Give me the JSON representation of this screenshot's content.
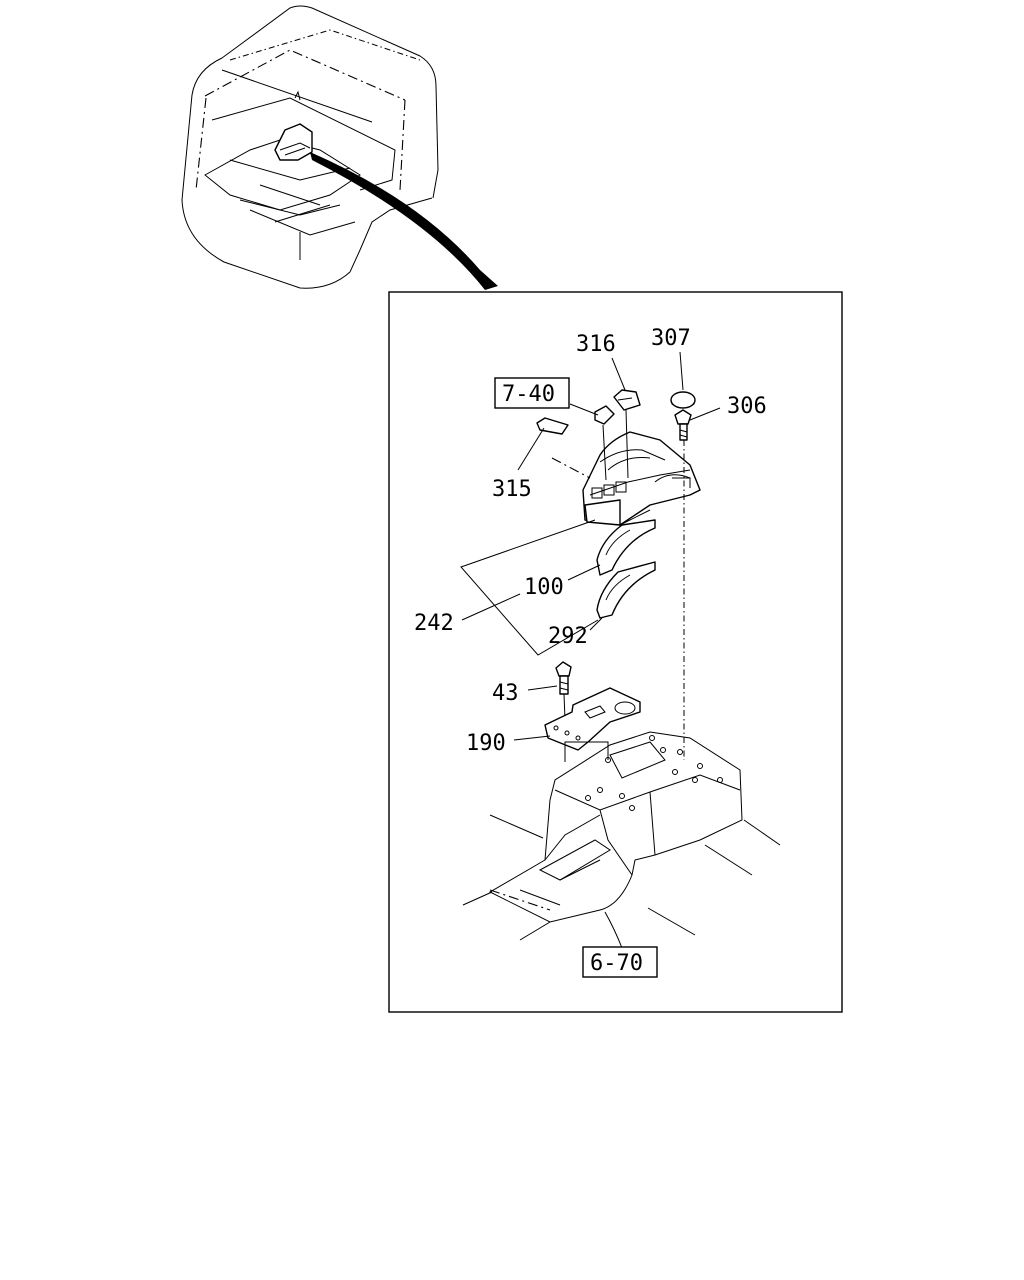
{
  "parts": [
    {
      "id": "p316",
      "label": "316"
    },
    {
      "id": "p307",
      "label": "307"
    },
    {
      "id": "p306",
      "label": "306"
    },
    {
      "id": "p315",
      "label": "315"
    },
    {
      "id": "p100",
      "label": "100"
    },
    {
      "id": "p242",
      "label": "242"
    },
    {
      "id": "p292",
      "label": "292"
    },
    {
      "id": "p43",
      "label": "43"
    },
    {
      "id": "p190",
      "label": "190"
    }
  ],
  "refs": [
    {
      "id": "r740",
      "label": "7-40"
    },
    {
      "id": "r670",
      "label": "6-70"
    }
  ]
}
